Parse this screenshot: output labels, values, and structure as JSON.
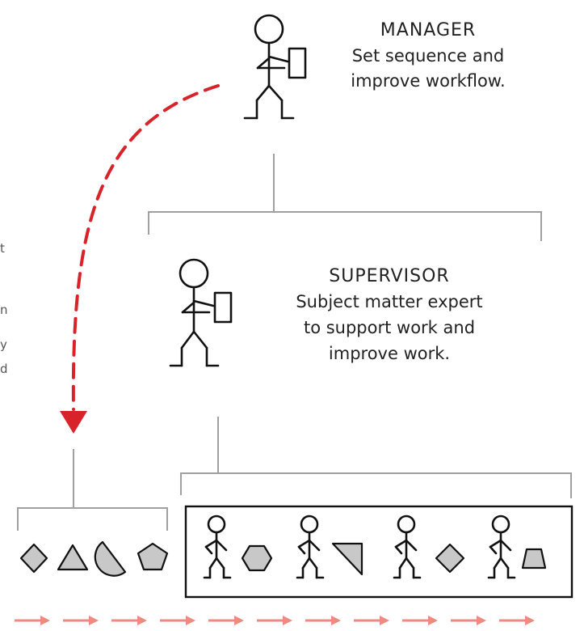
{
  "manager": {
    "title": "MANAGER",
    "line1": "Set sequence and",
    "line2": "improve workflow."
  },
  "supervisor": {
    "title": "SUPERVISOR",
    "line1": "Subject matter expert",
    "line2": "to support work and",
    "line3": "improve work."
  },
  "left_edge_fragments": [
    "t",
    "n",
    "y",
    "d"
  ],
  "colors": {
    "dashed_arrow": "#d8232a",
    "flow_arrows": "#ef8a80",
    "connector_lines": "#a0a0a0",
    "shape_fill": "#c8c8c8"
  },
  "icons": {
    "work_items": [
      "diamond-icon",
      "triangle-icon",
      "half-circle-icon",
      "pentagon-icon"
    ],
    "team": [
      {
        "worker": "stick-figure-icon",
        "item": "hexagon-icon"
      },
      {
        "worker": "stick-figure-icon",
        "item": "right-triangle-icon"
      },
      {
        "worker": "stick-figure-icon",
        "item": "diamond-icon"
      },
      {
        "worker": "stick-figure-icon",
        "item": "trapezoid-icon"
      }
    ],
    "flow_arrow_count": 11
  }
}
